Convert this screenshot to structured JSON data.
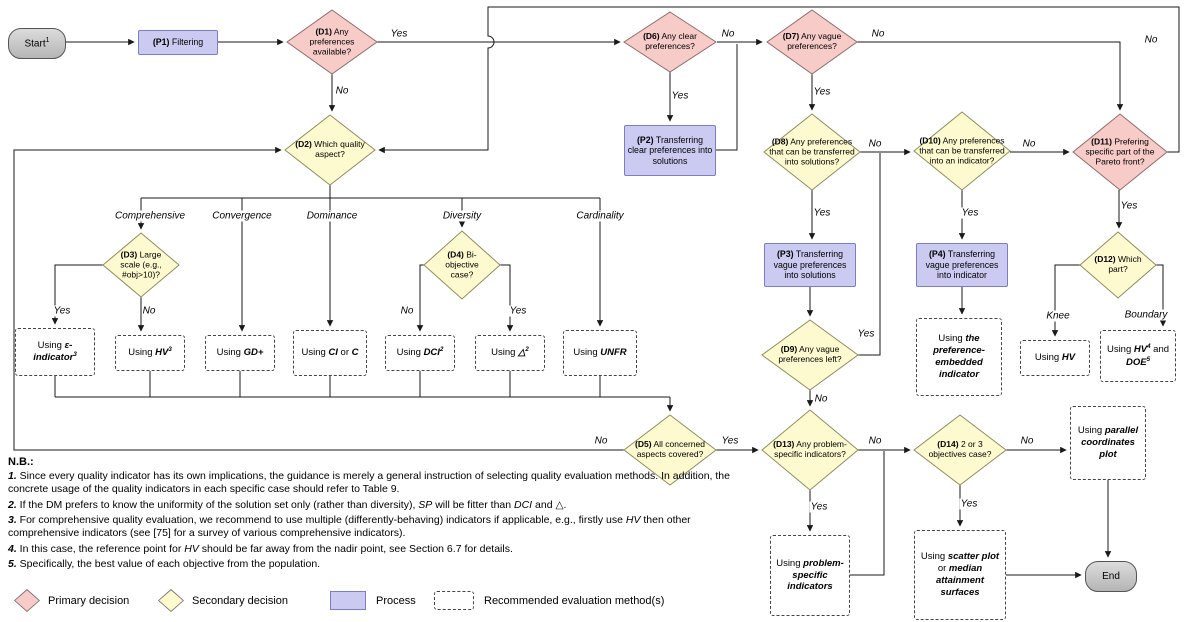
{
  "colors": {
    "primary_decision_fill": "#F7CBC7",
    "secondary_decision_fill": "#FDFACF",
    "process_fill": "#CBCBF2",
    "method_fill": "#FFFFFF",
    "terminal_fill": "#C8C8C8",
    "edge": "#1A1A1A"
  },
  "nodes": {
    "start": {
      "label": "Start",
      "sup": "1"
    },
    "end": {
      "label": "End"
    },
    "p1": {
      "id": "(P1)",
      "label": "Filtering"
    },
    "p2": {
      "id": "(P2)",
      "label": "Transferring clear preferences into solutions"
    },
    "p3": {
      "id": "(P3)",
      "label": "Transferring vague preferences into solutions"
    },
    "p4": {
      "id": "(P4)",
      "label": "Transferring vague preferences into indicator"
    },
    "d1": {
      "id": "(D1)",
      "label": "Any preferences available?"
    },
    "d2": {
      "id": "(D2)",
      "label": "Which quality aspect?"
    },
    "d3": {
      "id": "(D3)",
      "label": "Large scale (e.g., #obj>10)?"
    },
    "d4": {
      "id": "(D4)",
      "label": "Bi-objective case?"
    },
    "d5": {
      "id": "(D5)",
      "label": "All concerned aspects covered?"
    },
    "d6": {
      "id": "(D6)",
      "label": "Any clear preferences?"
    },
    "d7": {
      "id": "(D7)",
      "label": "Any vague preferences?"
    },
    "d8": {
      "id": "(D8)",
      "label": "Any preferences that can be transferred into solutions?"
    },
    "d9": {
      "id": "(D9)",
      "label": "Any vague preferences left?"
    },
    "d10": {
      "id": "(D10)",
      "label": "Any preferences that can be transferred into an indicator?"
    },
    "d11": {
      "id": "(D11)",
      "label": "Prefering specific part of the Pareto front?"
    },
    "d12": {
      "id": "(D12)",
      "label": "Which part?"
    },
    "d13": {
      "id": "(D13)",
      "label": "Any problem-specific indicators?"
    },
    "d14": {
      "id": "(D14)",
      "label": "2 or 3 objectives case?"
    }
  },
  "methods": {
    "epsilon": {
      "segments": [
        {
          "t": "Using ",
          "s": "r"
        },
        {
          "t": "ε-indicator",
          "s": "b"
        },
        {
          "t": "3",
          "s": "sup"
        }
      ]
    },
    "hv3": {
      "segments": [
        {
          "t": "Using ",
          "s": "r"
        },
        {
          "t": "HV",
          "s": "b"
        },
        {
          "t": "3",
          "s": "sup"
        }
      ]
    },
    "gdplus": {
      "segments": [
        {
          "t": "Using ",
          "s": "r"
        },
        {
          "t": "GD+",
          "s": "b"
        }
      ]
    },
    "cic": {
      "segments": [
        {
          "t": "Using ",
          "s": "r"
        },
        {
          "t": "CI",
          "s": "b"
        },
        {
          "t": " or ",
          "s": "r"
        },
        {
          "t": "C",
          "s": "b"
        }
      ]
    },
    "dci": {
      "segments": [
        {
          "t": "Using ",
          "s": "r"
        },
        {
          "t": "DCI",
          "s": "b"
        },
        {
          "t": "2",
          "s": "sup"
        }
      ]
    },
    "triangle": {
      "segments": [
        {
          "t": "Using ",
          "s": "r"
        },
        {
          "t": "△",
          "s": "b"
        },
        {
          "t": "2",
          "s": "sup"
        }
      ]
    },
    "unfr": {
      "segments": [
        {
          "t": "Using ",
          "s": "r"
        },
        {
          "t": "UNFR",
          "s": "b"
        }
      ]
    },
    "pref_embedded": {
      "segments": [
        {
          "t": "Using ",
          "s": "r"
        },
        {
          "t": "the preference-embedded indicator",
          "s": "b"
        }
      ]
    },
    "hv": {
      "segments": [
        {
          "t": "Using ",
          "s": "r"
        },
        {
          "t": "HV",
          "s": "b"
        }
      ]
    },
    "hv_doe": {
      "segments": [
        {
          "t": "Using ",
          "s": "r"
        },
        {
          "t": "HV",
          "s": "b"
        },
        {
          "t": "4",
          "s": "sup"
        },
        {
          "t": " and ",
          "s": "r"
        },
        {
          "t": "DOE",
          "s": "b"
        },
        {
          "t": "5",
          "s": "sup"
        }
      ]
    },
    "parallel": {
      "segments": [
        {
          "t": "Using ",
          "s": "r"
        },
        {
          "t": "parallel coordinates plot",
          "s": "b"
        }
      ]
    },
    "problem_specific": {
      "segments": [
        {
          "t": "Using ",
          "s": "r"
        },
        {
          "t": "problem-specific indicators",
          "s": "b"
        }
      ]
    },
    "scatter": {
      "segments": [
        {
          "t": "Using ",
          "s": "r"
        },
        {
          "t": "scatter plot",
          "s": "b"
        },
        {
          "t": " or ",
          "s": "r"
        },
        {
          "t": "median attainment surfaces",
          "s": "b"
        }
      ]
    }
  },
  "labels": {
    "yes": "Yes",
    "no": "No",
    "knee": "Knee",
    "boundary": "Boundary",
    "comprehensive": "Comprehensive",
    "convergence": "Convergence",
    "dominance": "Dominance",
    "diversity": "Diversity",
    "cardinality": "Cardinality"
  },
  "notes": {
    "title": "N.B.:",
    "items": [
      [
        {
          "t": "1.",
          "s": "bi"
        },
        {
          "t": " Since every quality indicator has its own implications, the guidance is merely a general instruction of selecting quality evaluation methods. In addition, the concrete usage of the quality indicators in each specific case should refer to Table 9.",
          "s": "r"
        }
      ],
      [
        {
          "t": "2.",
          "s": "bi"
        },
        {
          "t": " If the DM prefers to know the uniformity of the solution set only (rather than diversity), ",
          "s": "r"
        },
        {
          "t": "SP",
          "s": "i"
        },
        {
          "t": " will be fitter than ",
          "s": "r"
        },
        {
          "t": "DCI",
          "s": "i"
        },
        {
          "t": " and △.",
          "s": "r"
        }
      ],
      [
        {
          "t": "3.",
          "s": "bi"
        },
        {
          "t": " For comprehensive quality evaluation, we recommend to use multiple (differently-behaving) indicators if applicable, e.g., firstly use ",
          "s": "r"
        },
        {
          "t": "HV",
          "s": "i"
        },
        {
          "t": " then other comprehensive indicators (see [75] for a survey of various comprehensive indicators).",
          "s": "r"
        }
      ],
      [
        {
          "t": "4.",
          "s": "bi"
        },
        {
          "t": " In this case, the reference point for ",
          "s": "r"
        },
        {
          "t": "HV",
          "s": "i"
        },
        {
          "t": " should be far away from the nadir point, see Section 6.7 for details.",
          "s": "r"
        }
      ],
      [
        {
          "t": "5.",
          "s": "bi"
        },
        {
          "t": " Specifically, the best value of each objective from the population.",
          "s": "r"
        }
      ]
    ]
  },
  "legend": {
    "primary": "Primary decision",
    "secondary": "Secondary decision",
    "process": "Process",
    "recommended": "Recommended evaluation method(s)"
  }
}
